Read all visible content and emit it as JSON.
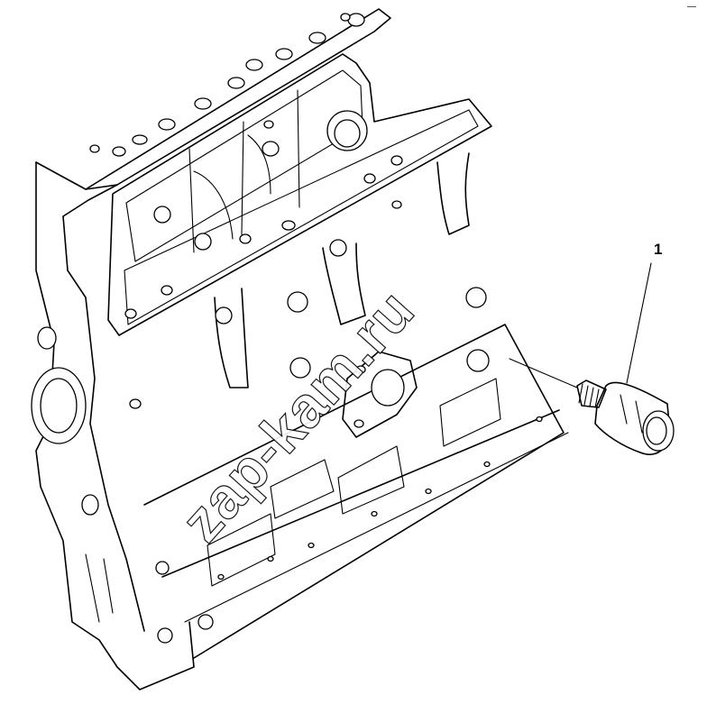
{
  "callouts": [
    {
      "id": "1",
      "label": "1"
    }
  ],
  "watermark": {
    "text": "zap-kam.ru"
  },
  "corner_mark": "—",
  "colors": {
    "line": "#000000",
    "background": "#ffffff"
  }
}
